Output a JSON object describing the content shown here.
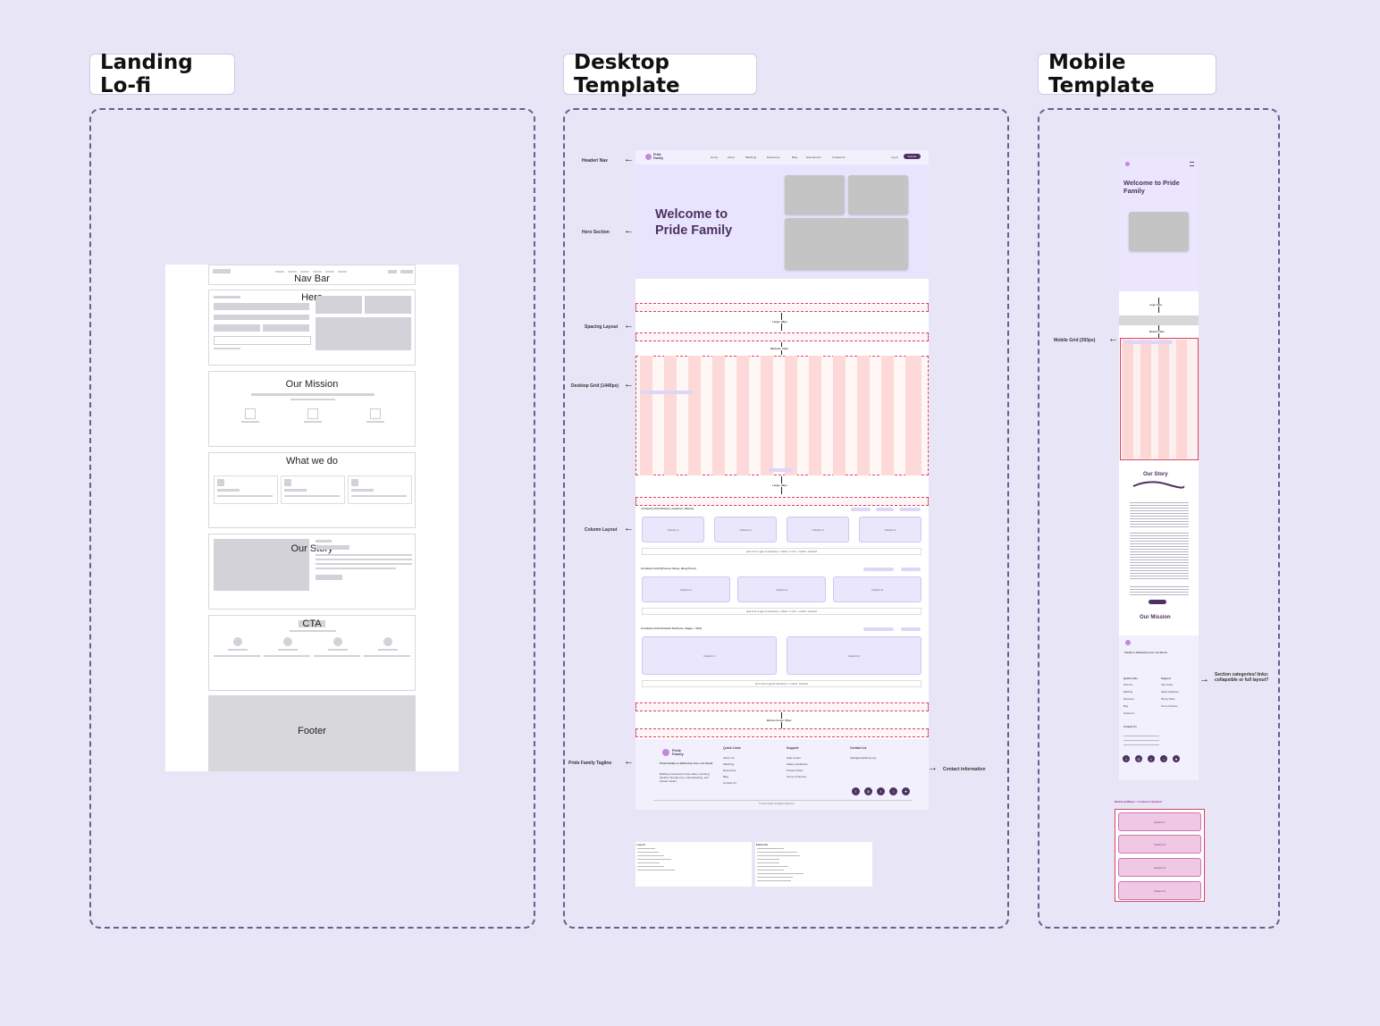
{
  "labels": {
    "landing": "Landing Lo-fi",
    "desktop": "Desktop Template",
    "mobile": "Mobile Template"
  },
  "lofi": {
    "nav": "Nav Bar",
    "hero": "Hero",
    "mission": "Our Mission",
    "whatwedo": "What we do",
    "story": "Our Story",
    "cta": "CTA",
    "footer": "Footer"
  },
  "desktop": {
    "annotations": {
      "header": "Header/ Nav",
      "hero": "Hero Section",
      "spacing": "Spacing Layout",
      "grid": "Desktop Grid (1440px)",
      "column": "Column Layout",
      "tagline": "Pride Family Tagline",
      "contact": "Contact information"
    },
    "logo": "Pride Family",
    "nav": [
      "Home",
      "About",
      "Matching",
      "Resources",
      "Blog",
      "Experiences",
      "Contact Us"
    ],
    "login": "Log in",
    "donate": "Donate",
    "hero_title_1": "Welcome to",
    "hero_title_2": "Pride Family",
    "spacing": {
      "large": "Large: 96px",
      "medium": "Medium: 64px",
      "before_footer": "Before footer: 80px"
    },
    "grid4": {
      "title": "4-Column Grid (Pointer, Features, Values)",
      "cols": [
        "Column 1",
        "Column 2",
        "Column 3",
        "Column 4"
      ],
      "note": "grid-cols-4 gap-6 (desktop) • tablet: 2 cols • mobile: stacked"
    },
    "grid3": {
      "title": "3-Column Grid (Process Steps, Blog Posts)",
      "cols": [
        "Column 1",
        "Column 2",
        "Column 3"
      ],
      "note": "grid-cols-3 gap-6 (desktop) • tablet: 2 cols • mobile: stacked"
    },
    "grid2": {
      "title": "2-Column Grid (Content Sections, Image + Text)",
      "cols": [
        "Column 1",
        "Column 2"
      ],
      "note": "grid-cols-2 gap-8 (desktop) • mobile: stacked"
    },
    "footer": {
      "tagline": "Pride Family is defined by love, not blood.",
      "blurb": "Building connections that matter. Creating families through love, understanding, and shared values.",
      "quick_links_title": "Quick Links",
      "quick_links": [
        "About Us",
        "Matching",
        "Resources",
        "Blog",
        "Contact Us"
      ],
      "support_title": "Support",
      "support": [
        "Help Center",
        "Safety Guidelines",
        "Privacy Policy",
        "Terms of Service"
      ],
      "contact_title": "Contact Us",
      "contact_email": "hello@pridefamily.org",
      "copyright": "© Pride Family. All Rights Reserved."
    },
    "notes": {
      "layout_title": "Layout",
      "elements_title": "Elements"
    }
  },
  "mobile": {
    "annotations": {
      "grid": "Mobile Grid (393px)",
      "footer": "Section categories/ links: collapsible or full layout?"
    },
    "hero_title": "Welcome to Pride Family",
    "spacing": {
      "large": "Large: 64px",
      "medium": "Medium: 48px"
    },
    "story_title": "Our Story",
    "mission_title": "Our Mission",
    "footer_quote": "Family is defined by love, not blood.",
    "quick_links_title": "Quick Links",
    "quick_links": [
      "About Us",
      "Matching",
      "Resources",
      "Blog",
      "Contact Us"
    ],
    "support_title": "Support",
    "support": [
      "Help Center",
      "Safety Guidelines",
      "Privacy Policy",
      "Terms of Service"
    ],
    "contact_title": "Contact Us",
    "stack_title": "Mobile (≤480px) - 4 Columns Stacked",
    "stack_cols": [
      "Column 1",
      "Column 2",
      "Column 3",
      "Column 4"
    ]
  },
  "colors": {
    "background": "#e8e5f6",
    "accent": "#4b3260",
    "grid": "#fdd9d9",
    "column": "#eae6fb"
  }
}
